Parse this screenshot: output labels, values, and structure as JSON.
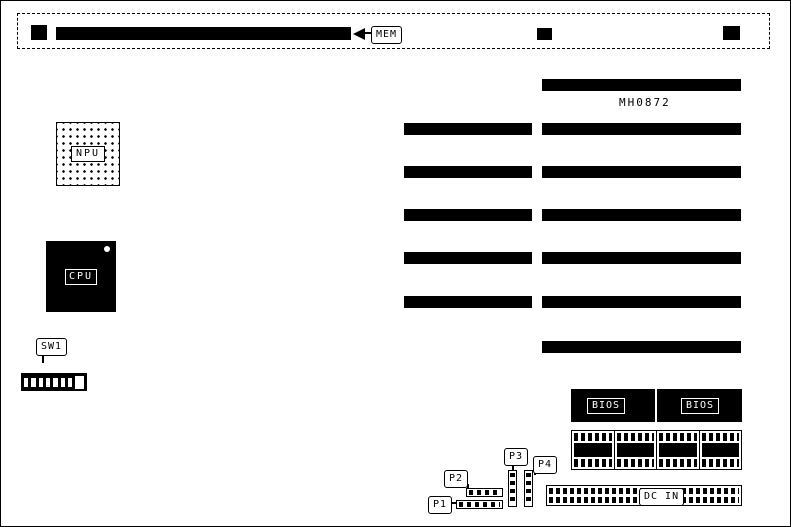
{
  "board": {
    "part_number": "MH0872",
    "mem_label": "MEM",
    "npu_label": "NPU",
    "cpu_label": "CPU",
    "sw1_label": "SW1",
    "bios_left_label": "BIOS",
    "bios_right_label": "BIOS",
    "dc_in_label": "DC IN",
    "p1_label": "P1",
    "p2_label": "P2",
    "p3_label": "P3",
    "p4_label": "P4"
  }
}
